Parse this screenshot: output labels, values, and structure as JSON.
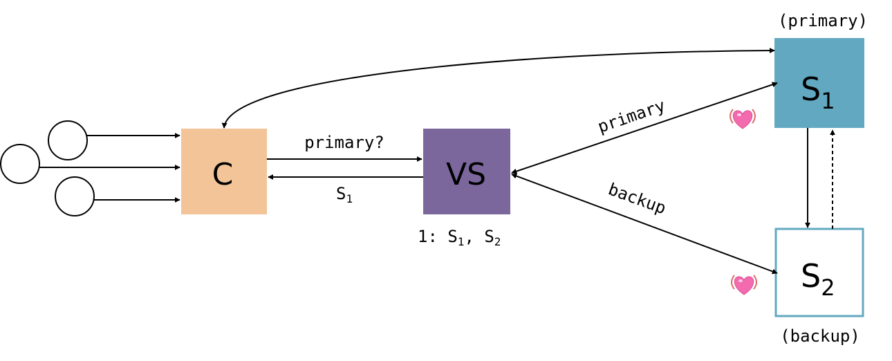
{
  "nodes": {
    "c": {
      "label": "C",
      "color": "#F2C497"
    },
    "vs": {
      "label": "VS",
      "color": "#7B679C"
    },
    "s1": {
      "label": "S",
      "sub": "1",
      "color": "#62A8C1"
    },
    "s2": {
      "label": "S",
      "sub": "2",
      "fill": "#FFFFFF",
      "border": "#62A8C1"
    }
  },
  "labels": {
    "primary_question": "primary?",
    "reply": {
      "text": "S",
      "sub": "1"
    },
    "view": {
      "prefix": "1: S",
      "sub1": "1",
      "mid": ", S",
      "sub2": "2"
    },
    "edge_primary": "primary",
    "edge_backup": "backup",
    "s1_role": "(primary)",
    "s2_role": "(backup)"
  },
  "icons": {
    "heartbeat_s1": "beating-heart-icon",
    "heartbeat_s2": "beating-heart-icon"
  }
}
